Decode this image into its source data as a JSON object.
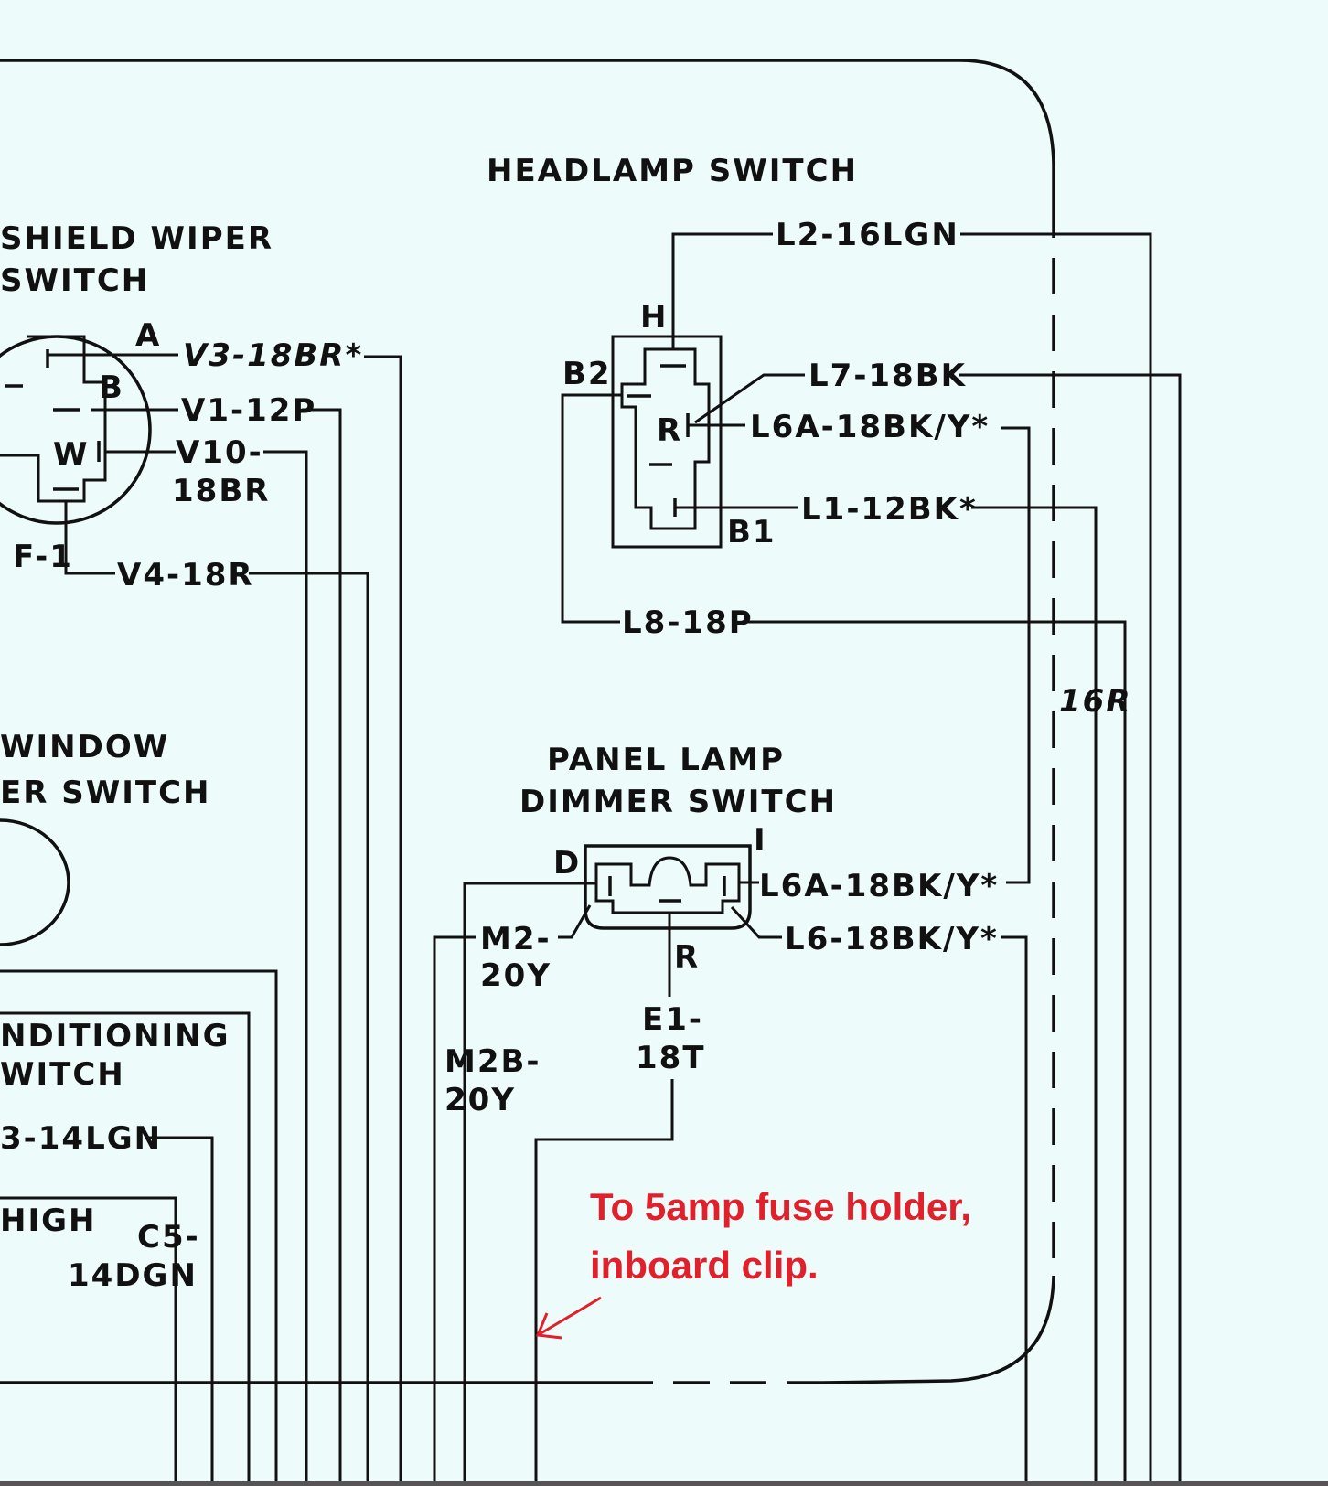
{
  "switches": {
    "headlamp": "HEADLAMP SWITCH",
    "wiper_line1": "SHIELD WIPER",
    "wiper_line2": "SWITCH",
    "window_line1": "WINDOW",
    "window_line2": "ER SWITCH",
    "panel_line1": "PANEL LAMP",
    "panel_line2": "DIMMER SWITCH",
    "ac_line1": "NDITIONING",
    "ac_line2": "WITCH"
  },
  "terminals": {
    "wiper": [
      "A",
      "B",
      "W",
      "F-1"
    ],
    "headlamp": [
      "H",
      "B2",
      "R",
      "B1"
    ],
    "dimmer": [
      "D",
      "I",
      "R"
    ]
  },
  "wires": {
    "v3": "V3-18BR*",
    "v1": "V1-12P",
    "v10_a": "V10-",
    "v10_b": "18BR",
    "v4": "V4-18R",
    "l2": "L2-16LGN",
    "l7": "L7-18BK",
    "l6a_top": "L6A-18BK/Y*",
    "l1": "L1-12BK*",
    "l8": "L8-18P",
    "r16": "16R",
    "l6a_bottom": "L6A-18BK/Y*",
    "l6": "L6-18BK/Y*",
    "m2_a": "M2-",
    "m2_b": "20Y",
    "m2b_a": "M2B-",
    "m2b_b": "20Y",
    "e1_a": "E1-",
    "e1_b": "18T",
    "ac_wire": "3-14LGN",
    "high": "HIGH",
    "c5_a": "C5-",
    "c5_b": "14DGN"
  },
  "annotation": {
    "line1": "To 5amp fuse holder,",
    "line2": "inboard clip.",
    "color": "#e0202a"
  }
}
